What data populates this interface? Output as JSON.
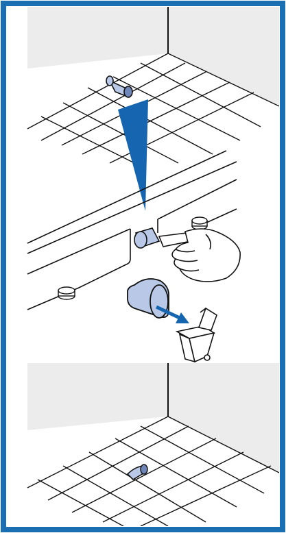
{
  "figure": {
    "kind": "installation-instruction-illustration",
    "panels": [
      {
        "id": "top",
        "depicts": "floor-corner-with-drain-pipe-stub"
      },
      {
        "id": "middle",
        "depicts": "appliance-base-with-pipe-cap-removed-by-hand"
      },
      {
        "id": "bottom",
        "depicts": "floor-corner-with-pipe-stub-cut-short"
      }
    ],
    "icons": [
      "down-arrow-icon",
      "pipe-stub-icon",
      "pipe-cap-icon",
      "hand-with-knife-icon",
      "waste-bin-icon",
      "discard-arrow-icon",
      "leveling-foot-icon"
    ]
  },
  "colors": {
    "frame_border": "#1a6fb3",
    "accent_arrow": "#1565b0",
    "pipe_fill": "#b8c8e6",
    "wall_fill": "#ececec",
    "line": "#111111"
  }
}
